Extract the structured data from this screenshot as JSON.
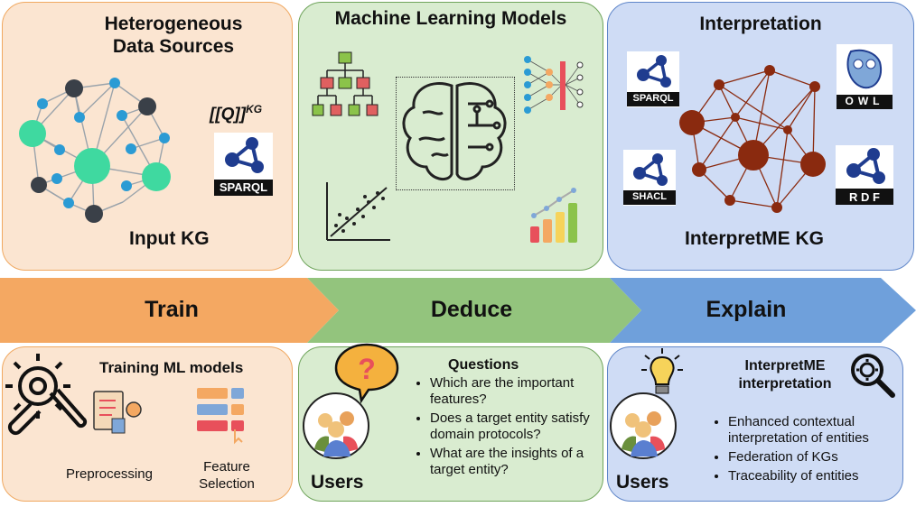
{
  "top": {
    "data_sources": {
      "title": "Heterogeneous\nData Sources",
      "query": "[[Q]]",
      "query_sup": "KG",
      "sparql": "SPARQL",
      "footer": "Input KG"
    },
    "ml_models": {
      "title": "Machine Learning Models"
    },
    "interpretation": {
      "title": "Interpretation",
      "sparql": "SPARQL",
      "shacl": "SHACL",
      "owl": "OWL",
      "rdf": "R D F",
      "footer": "InterpretME KG"
    }
  },
  "arrow": {
    "train": "Train",
    "deduce": "Deduce",
    "explain": "Explain"
  },
  "bottom": {
    "training": {
      "title": "Training ML models",
      "preprocessing": "Preprocessing",
      "feature_selection": "Feature\nSelection"
    },
    "questions": {
      "title": "Questions",
      "users": "Users",
      "items": [
        "Which are the important features?",
        "Does a target entity satisfy domain protocols?",
        "What are the insights of a target entity?"
      ]
    },
    "interpretme": {
      "title": "InterpretME\ninterpretation",
      "users": "Users",
      "items": [
        "Enhanced contextual interpretation of entities",
        "Federation of KGs",
        "Traceability of entities"
      ]
    }
  },
  "colors": {
    "orange": "#f4a862",
    "green": "#93c47d",
    "blue": "#6fa0db",
    "kg_node_dark": "#8a2a0f",
    "teal": "#3fd9a0"
  }
}
